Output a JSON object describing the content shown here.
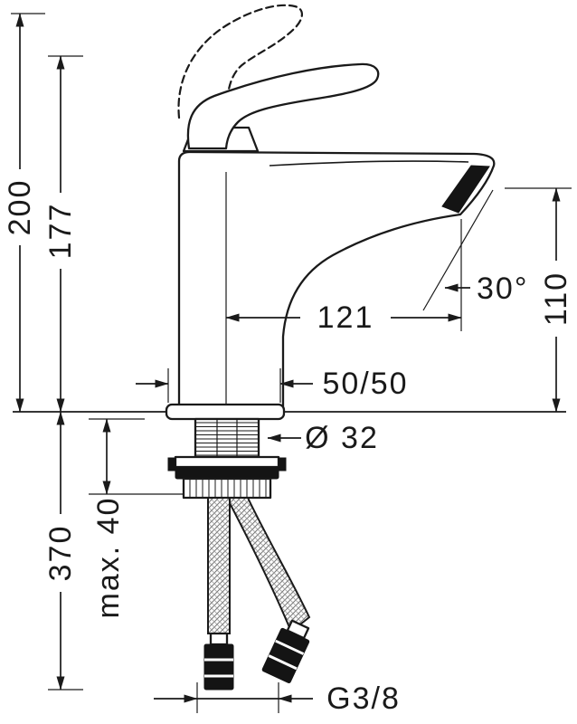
{
  "canvas": {
    "background": "#ffffff",
    "ink": "#1a1a1a",
    "hose_texture": "#888888"
  },
  "dimensions": {
    "height_overall": "200",
    "height_handle": "177",
    "spout_reach": "121",
    "spout_angle": "30°",
    "outlet_height": "110",
    "clearance": "50/50",
    "shank_diameter": "Ø 32",
    "max_mounting_thickness": "max. 40",
    "install_depth": "370",
    "connection_thread": "G3/8"
  }
}
